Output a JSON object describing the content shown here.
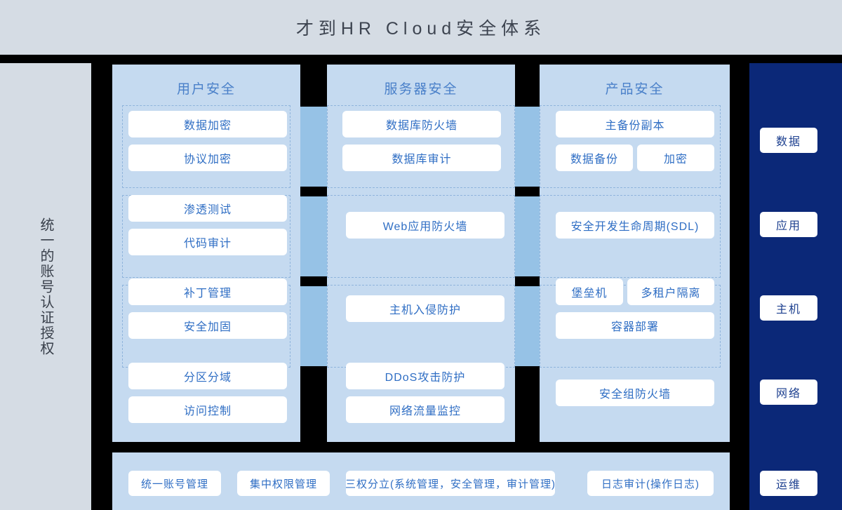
{
  "header": {
    "title": "才到HR Cloud安全体系"
  },
  "left_rail": {
    "label": "统一的账号认证授权"
  },
  "columns": [
    {
      "id": "user-security",
      "title": "用户安全"
    },
    {
      "id": "server-security",
      "title": "服务器安全"
    },
    {
      "id": "product-security",
      "title": "产品安全"
    }
  ],
  "rows": [
    {
      "id": "data-layer",
      "col1": [
        {
          "label": "数据加密"
        },
        {
          "label": "协议加密"
        }
      ],
      "col2": [
        {
          "label": "数据库防火墙"
        },
        {
          "label": "数据库审计"
        }
      ],
      "col3": [
        {
          "label": "主备份副本"
        },
        {
          "label": "数据备份"
        },
        {
          "label": "加密"
        }
      ]
    },
    {
      "id": "application-layer",
      "col1": [
        {
          "label": "渗透测试"
        },
        {
          "label": "代码审计"
        }
      ],
      "col2": [
        {
          "label": "Web应用防火墙"
        }
      ],
      "col3": [
        {
          "label": "安全开发生命周期(SDL)"
        }
      ]
    },
    {
      "id": "host-layer",
      "col1": [
        {
          "label": "补丁管理"
        },
        {
          "label": "安全加固"
        }
      ],
      "col2": [
        {
          "label": "主机入侵防护"
        }
      ],
      "col3": [
        {
          "label": "堡垒机"
        },
        {
          "label": "多租户隔离"
        },
        {
          "label": "容器部署"
        }
      ]
    },
    {
      "id": "network-layer",
      "col1": [
        {
          "label": "分区分域"
        },
        {
          "label": "访问控制"
        }
      ],
      "col2": [
        {
          "label": "DDoS攻击防护"
        },
        {
          "label": "网络流量监控"
        }
      ],
      "col3": [
        {
          "label": "安全组防火墙"
        }
      ]
    }
  ],
  "right_rail": {
    "chips": [
      {
        "label": "数据"
      },
      {
        "label": "应用"
      },
      {
        "label": "主机"
      },
      {
        "label": "网络"
      },
      {
        "label": "运维"
      }
    ]
  },
  "bottom": {
    "items": [
      {
        "label": "统一账号管理"
      },
      {
        "label": "集中权限管理"
      },
      {
        "label": "三权分立(系统管理，安全管理，审计管理)"
      },
      {
        "label": "日志审计(操作日志)"
      }
    ]
  },
  "colors": {
    "header_band": "#d5dce4",
    "column_bg": "#c5daf0",
    "connector": "#96c2e6",
    "navy_rail": "#0b2878",
    "card_text": "#2f6ec4",
    "column_title": "#4a80c9",
    "gap_black": "#000000"
  }
}
